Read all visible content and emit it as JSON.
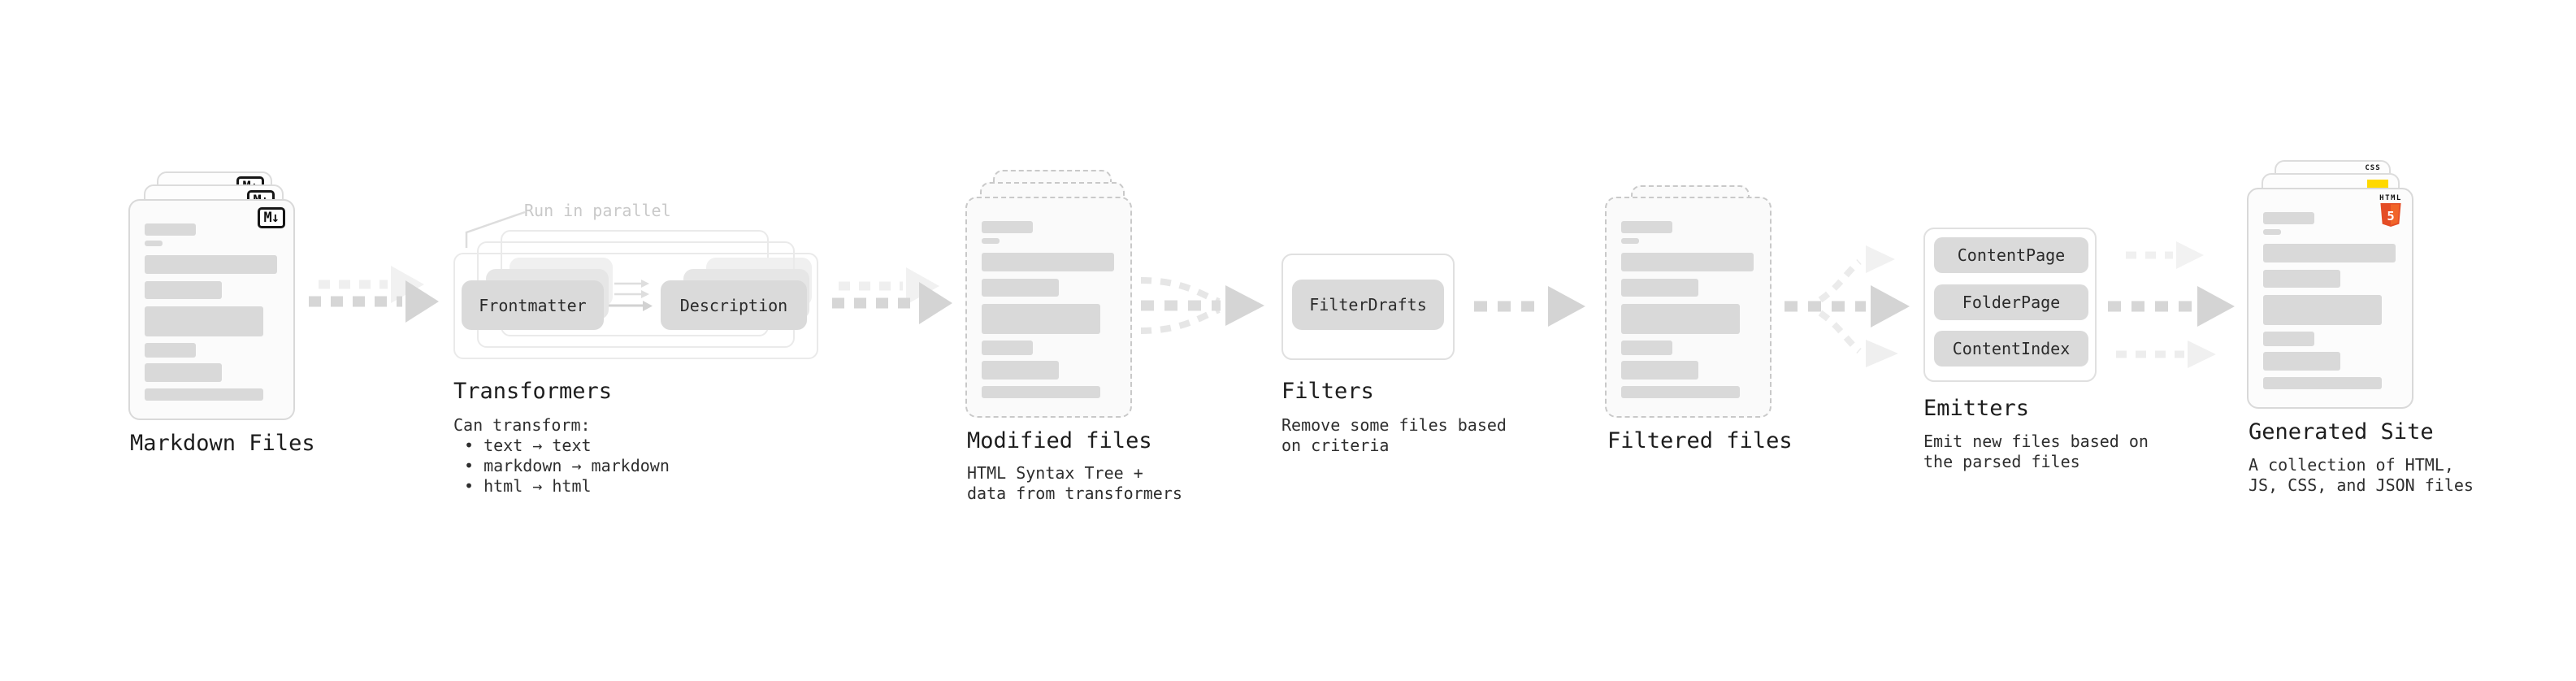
{
  "stages": {
    "markdown_files": {
      "label": "Markdown Files",
      "badge": "M↓"
    },
    "transformers": {
      "label": "Transformers",
      "callout": "Run in parallel",
      "pill_left": "Frontmatter",
      "pill_right": "Description",
      "note_title": "Can transform:",
      "bullets": [
        "text → text",
        "markdown → markdown",
        "html → html"
      ]
    },
    "modified_files": {
      "label": "Modified files",
      "desc": [
        "HTML Syntax Tree +",
        "data from transformers"
      ]
    },
    "filters": {
      "label": "Filters",
      "pill": "FilterDrafts",
      "desc": [
        "Remove some files based",
        "on criteria"
      ]
    },
    "filtered_files": {
      "label": "Filtered files"
    },
    "emitters": {
      "label": "Emitters",
      "pills": [
        "ContentPage",
        "FolderPage",
        "ContentIndex"
      ],
      "desc": [
        "Emit new files based on",
        "the parsed files"
      ]
    },
    "generated_site": {
      "label": "Generated Site",
      "desc": [
        "A collection of HTML,",
        "JS, CSS, and JSON files"
      ],
      "badges": {
        "html5_word": "HTML",
        "html5_number": "5",
        "css": "CSS"
      }
    }
  },
  "colors": {
    "html5_orange": "#e44d26",
    "html5_orange_light": "#f16529",
    "js_yellow": "#ffd900",
    "css_blue": "#2760e6",
    "arrow_gray": "#d6d6d6",
    "arrow_faint": "#f0f0f0"
  }
}
